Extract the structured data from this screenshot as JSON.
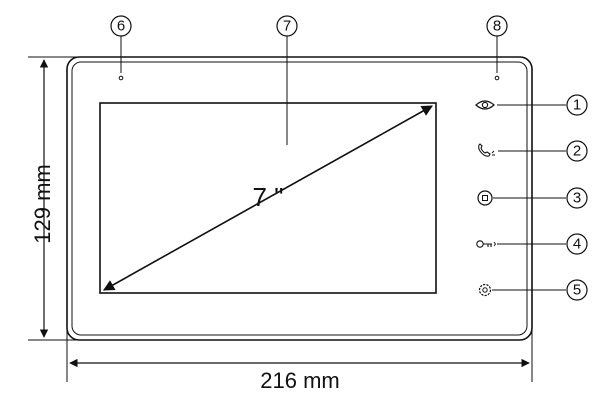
{
  "diagram": {
    "width_label": "216 mm",
    "height_label": "129 mm",
    "screen_size_label": "7 \"",
    "callouts": [
      "1",
      "2",
      "3",
      "4",
      "5",
      "6",
      "7",
      "8"
    ],
    "buttons": [
      {
        "number": "1",
        "icon": "eye-icon"
      },
      {
        "number": "2",
        "icon": "phone-icon"
      },
      {
        "number": "3",
        "icon": "home-icon"
      },
      {
        "number": "4",
        "icon": "door-key-icon"
      },
      {
        "number": "5",
        "icon": "gear-icon"
      }
    ],
    "colors": {
      "line": "#111111",
      "background": "#ffffff"
    }
  }
}
